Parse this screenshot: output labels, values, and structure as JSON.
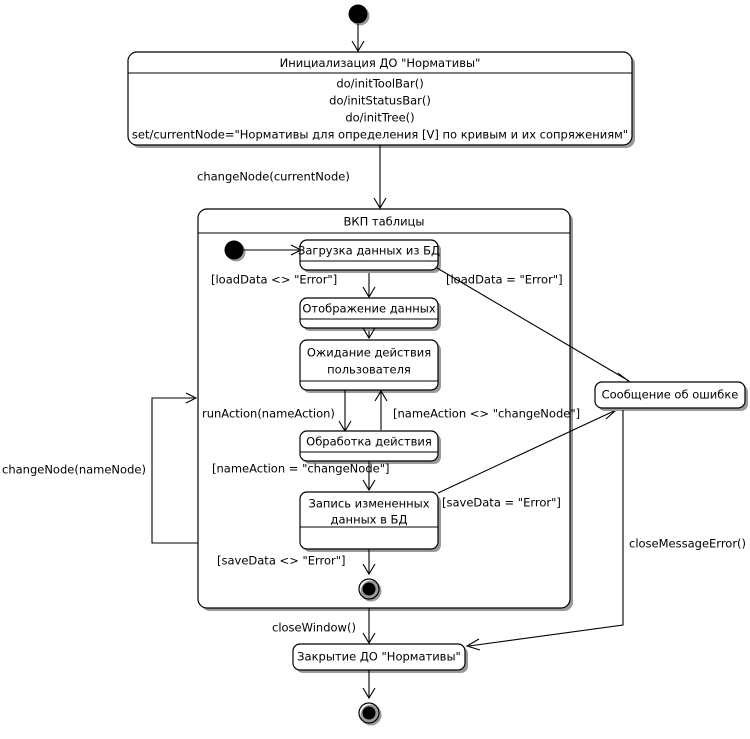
{
  "diagram": {
    "type": "uml-state-machine",
    "title": "",
    "language": "ru"
  },
  "nodes": {
    "start": {
      "label": "",
      "kind": "initial-pseudostate"
    },
    "init_state": {
      "title": "Инициализация ДО \"Нормативы\"",
      "actions": [
        "do/initToolBar()",
        "do/initStatusBar()",
        "do/initTree()",
        "set/currentNode=\"Нормативы для определения [V] по кривым и их сопряжениям\""
      ]
    },
    "composite": {
      "title": "ВКП таблицы"
    },
    "inner_start": {
      "label": "",
      "kind": "initial-pseudostate"
    },
    "load_data": {
      "title": "Загрузка данных из БД"
    },
    "show_data": {
      "title": "Отображение данных"
    },
    "wait_user": {
      "title_line1": "Ожидание действия",
      "title_line2": "пользователя"
    },
    "process_action": {
      "title": "Обработка действия"
    },
    "save_data": {
      "title_line1": "Запись измененных",
      "title_line2": "данных в БД"
    },
    "inner_final": {
      "label": "",
      "kind": "final-state"
    },
    "error_message": {
      "title": "Сообщение об ошибке"
    },
    "close_state": {
      "title": "Закрытие ДО \"Нормативы\""
    },
    "final": {
      "label": "",
      "kind": "final-state"
    }
  },
  "transitions": {
    "change_node_current": "changeNode(currentNode)",
    "load_ok": "[loadData <> \"Error\"]",
    "load_error": "[loadData = \"Error\"]",
    "run_action": "runAction(nameAction)",
    "name_action_not_change": "[nameAction <> \"changeNode\"]",
    "name_action_change": "[nameAction = \"changeNode\"]",
    "save_error": "[saveData = \"Error\"]",
    "save_ok": "[saveData <> \"Error\"]",
    "change_node_name": "changeNode(nameNode)",
    "close_window": "closeWindow()",
    "close_message_error": "closeMessageError()"
  },
  "colors": {
    "line": "#000000",
    "fill": "#ffffff",
    "shadow": "#9a9a9a"
  }
}
